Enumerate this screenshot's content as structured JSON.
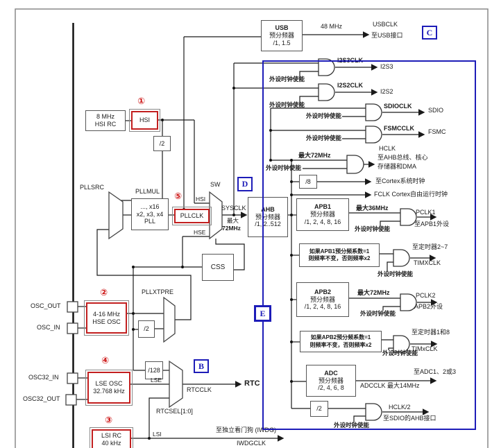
{
  "boxes": {
    "hsi_rc": {
      "l1": "8 MHz",
      "l2": "HSI RC"
    },
    "hsi": {
      "l1": "HSI"
    },
    "div2_hsi": {
      "l1": "/2"
    },
    "usb": {
      "l1": "USB",
      "l2": "预分频器",
      "l3": "/1, 1.5"
    },
    "pll": {
      "l1": "..., x16",
      "l2": "x2, x3, x4",
      "l3": "PLL"
    },
    "pllclk": {
      "l1": "PLLCLK"
    },
    "css": {
      "l1": "CSS"
    },
    "ahb": {
      "l1": "AHB",
      "l2": "预分频器",
      "l3": "/1, 2..512"
    },
    "div8": {
      "l1": "/8"
    },
    "apb1": {
      "l1": "APB1",
      "l2": "预分频器",
      "l3": "/1, 2, 4, 8, 16"
    },
    "if_apb1": {
      "l1": "如果APB1预分频系数=1",
      "l2": "则频率不变，否则频率x2"
    },
    "apb2": {
      "l1": "APB2",
      "l2": "预分频器",
      "l3": "/1, 2, 4, 8, 16"
    },
    "if_apb2": {
      "l1": "如果APB2预分频系数=1",
      "l2": "则频率不变，否则频率x2"
    },
    "adc": {
      "l1": "ADC",
      "l2": "预分频器",
      "l3": "/2, 4, 6, 8"
    },
    "div2_hclk": {
      "l1": "/2"
    },
    "hse": {
      "l1": "4-16 MHz",
      "l2": "HSE OSC"
    },
    "div2_hse": {
      "l1": "/2"
    },
    "div128": {
      "l1": "/128"
    },
    "lse": {
      "l1": "LSE OSC",
      "l2": "32.768 kHz"
    },
    "lsi": {
      "l1": "LSI RC",
      "l2": "40 kHz"
    }
  },
  "labels": {
    "pllsrc": "PLLSRC",
    "pllmul": "PLLMUL",
    "sw": "SW",
    "hsi_tap": "HSI",
    "hse_tap": "HSE",
    "sysclk": "SYSCLK",
    "max": "最大",
    "mhz72": "72MHz",
    "pllxtpre": "PLLXTPRE",
    "lse_tap": "LSE",
    "rtcsel": "RTCSEL[1:0]",
    "rtcclk": "RTCCLK",
    "rtc": "RTC",
    "lsi_tap": "LSI",
    "iwdg_to": "至独立看门狗 (IWDG)",
    "iwdgclk": "IWDGCLK",
    "mhz48": "48 MHz",
    "usbclk": "USBCLK",
    "usb_to": "至USB接口",
    "i2s3clk": "I2S3CLK",
    "i2s3": "I2S3",
    "i2s2clk": "I2S2CLK",
    "i2s2": "I2S2",
    "sdioclk": "SDIOCLK",
    "sdio": "SDIO",
    "fsmcclk": "FSMCCLK",
    "fsmc": "FSMC",
    "en": "外设时钟使能",
    "hclk_max": "最大72MHz",
    "hclk": "HCLK",
    "hclk_to1": "至AHB总线、核心",
    "hclk_to2": "存储器和DMA",
    "cortex_to": "至Cortex系统时钟",
    "fclk_to": "FCLK Cortex自由运行时钟",
    "pclk1_max": "最大36MHz",
    "pclk1": "PCLK1",
    "pclk1_to": "至APB1外设",
    "tim27_to": "至定时器2~7",
    "timxclk_u": "TIMXCLK",
    "pclk2_max": "最大72MHz",
    "pclk2": "PCLK2",
    "pclk2_to": "APB2外设",
    "tim18_to": "至定时器1和8",
    "timxclk_l": "TIMxCLK",
    "adc_to": "至ADC1、2或3",
    "adcclk": "ADCCLK 最大14MHz",
    "hclk2": "HCLK/2",
    "sdio_ahb_to": "至SDIO的AHB接口",
    "osc_out": "OSC_OUT",
    "osc_in": "OSC_IN",
    "osc32_in": "OSC32_IN",
    "osc32_out": "OSC32_OUT"
  },
  "markers": {
    "c": "C",
    "d": "D",
    "b": "B",
    "e": "E",
    "n1": "①",
    "n2": "②",
    "n3": "③",
    "n4": "④",
    "n5": "⑤"
  },
  "colors": {
    "red": "#cc1111",
    "blue": "#1d1cb8"
  }
}
